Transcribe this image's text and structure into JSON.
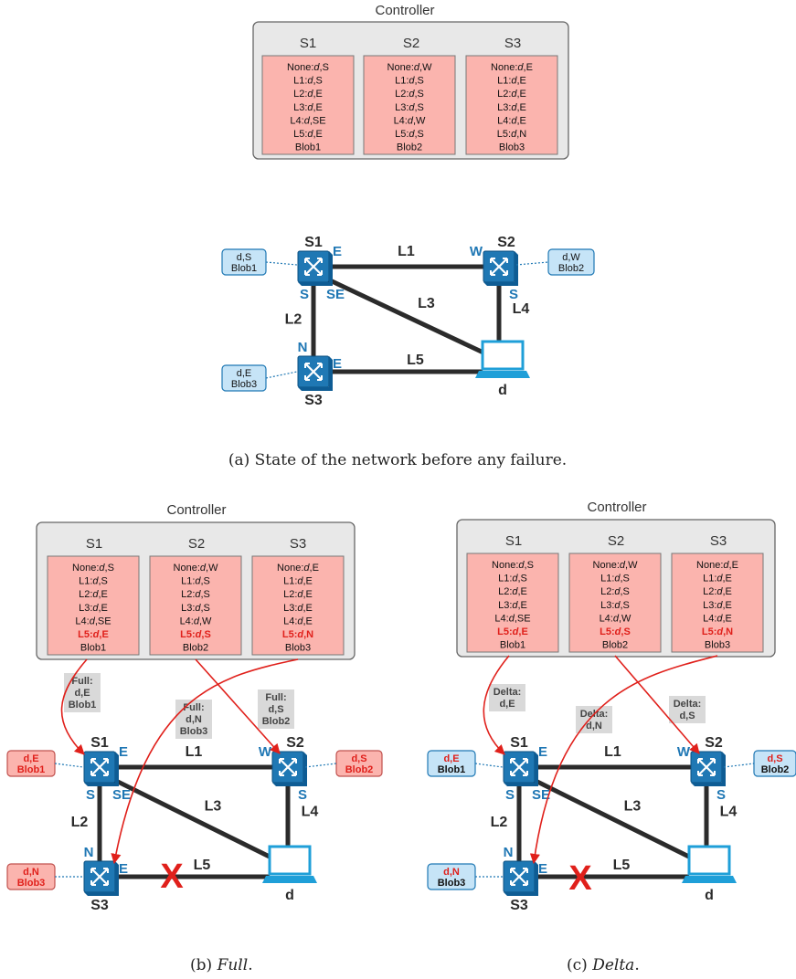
{
  "controller_title": "Controller",
  "switch_names": [
    "S1",
    "S2",
    "S3"
  ],
  "tables": {
    "a": [
      [
        "None:d,S",
        "L1:d,S",
        "L2:d,E",
        "L3:d,E",
        "L4:d,SE",
        "L5:d,E",
        "Blob1"
      ],
      [
        "None:d,W",
        "L1:d,S",
        "L2:d,S",
        "L3:d,S",
        "L4:d,W",
        "L5:d,S",
        "Blob2"
      ],
      [
        "None:d,E",
        "L1:d,E",
        "L2:d,E",
        "L3:d,E",
        "L4:d,E",
        "L5:d,N",
        "Blob3"
      ]
    ],
    "bc": [
      [
        "None:d,S",
        "L1:d,S",
        "L2:d,E",
        "L3:d,E",
        "L4:d,SE",
        "L5:d,E",
        "Blob1"
      ],
      [
        "None:d,W",
        "L1:d,S",
        "L2:d,S",
        "L3:d,S",
        "L4:d,W",
        "L5:d,S",
        "Blob2"
      ],
      [
        "None:d,E",
        "L1:d,E",
        "L2:d,E",
        "L3:d,E",
        "L4:d,E",
        "L5:d,N",
        "Blob3"
      ]
    ],
    "highlight_row_bc": 5
  },
  "network": {
    "links": [
      "L1",
      "L2",
      "L3",
      "L4",
      "L5"
    ],
    "destination": "d",
    "ports": {
      "s1_e": "E",
      "s1_s": "S",
      "s1_se": "SE",
      "s2_w": "W",
      "s2_s": "S",
      "s3_n": "N",
      "s3_e": "E"
    }
  },
  "blobs_a": [
    [
      "d,S",
      "Blob1"
    ],
    [
      "d,W",
      "Blob2"
    ],
    [
      "d,E",
      "Blob3"
    ]
  ],
  "blobs_after": [
    [
      "d,E",
      "Blob1"
    ],
    [
      "d,S",
      "Blob2"
    ],
    [
      "d,N",
      "Blob3"
    ]
  ],
  "messages_full": [
    [
      "Full:",
      "d,E",
      "Blob1"
    ],
    [
      "Full:",
      "d,N",
      "Blob3"
    ],
    [
      "Full:",
      "d,S",
      "Blob2"
    ]
  ],
  "messages_delta": [
    [
      "Delta:",
      "d,E"
    ],
    [
      "Delta:",
      "d,N"
    ],
    [
      "Delta:",
      "d,S"
    ]
  ],
  "failure_mark": "X",
  "captions": {
    "a": "(a) State of the network before any failure.",
    "b_prefix": "(b) ",
    "b_name": "Full",
    "c_prefix": "(c) ",
    "c_name": "Delta",
    "suffix": "."
  },
  "colors": {
    "switch": "#1f78b4",
    "controller_bg": "#e8e8e8",
    "table_bg": "#fbb4ae",
    "blob_bg": "#c6e4f7",
    "failure": "#e0201b",
    "arrow": "#e0201b"
  }
}
